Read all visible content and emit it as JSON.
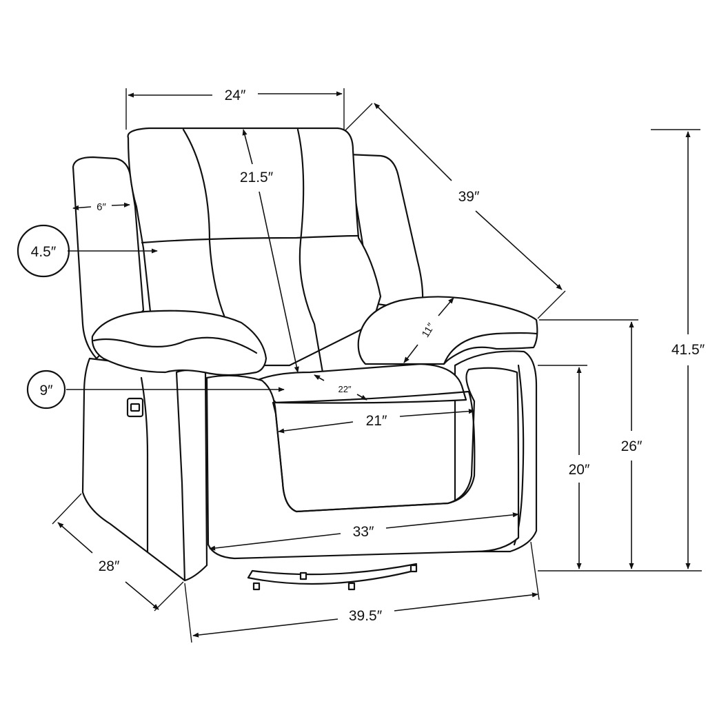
{
  "dimensions": {
    "back_width": "24″",
    "back_height": "21.5″",
    "depth_diagonal": "39″",
    "total_height": "41.5″",
    "wing_width": "6″",
    "headrest_thickness": "4.5″",
    "arm_width": "11″",
    "seat_to_arm": "9″",
    "seat_depth": "22″",
    "seat_width": "21″",
    "arm_height": "26″",
    "seat_height": "20″",
    "front_width": "33″",
    "side_depth": "28″",
    "overall_width": "39.5″"
  },
  "colors": {
    "line": "#111111",
    "background": "#ffffff"
  },
  "icons": {
    "power_button": "power-button-icon"
  }
}
